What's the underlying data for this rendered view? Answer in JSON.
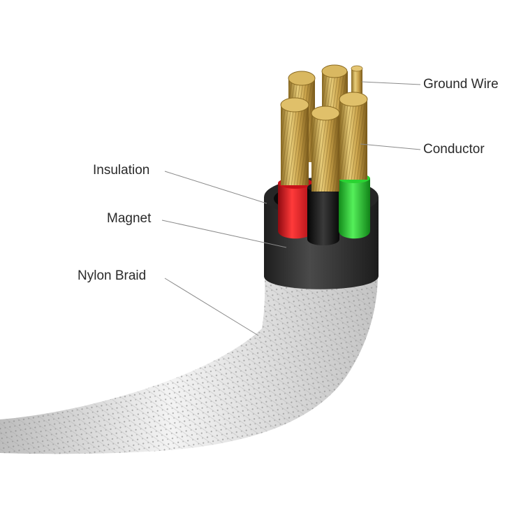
{
  "labels": {
    "ground_wire": "Ground Wire",
    "conductor": "Conductor",
    "insulation": "Insulation",
    "magnet": "Magnet",
    "nylon_braid": "Nylon Braid"
  },
  "colors": {
    "insulation_red": "#d8141c",
    "insulation_black": "#111111",
    "insulation_green": "#22c42c",
    "magnet_sleeve": "#2f2f2f",
    "copper_strands": "#c9a24a",
    "braid": "#e4e4e4"
  }
}
